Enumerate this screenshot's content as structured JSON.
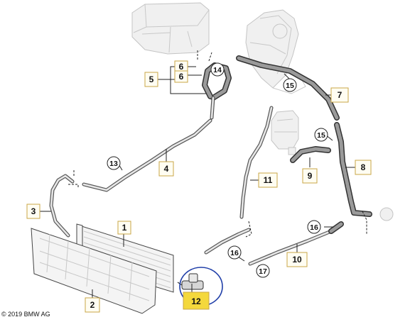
{
  "callouts": [
    {
      "id": "c1",
      "label": "1"
    },
    {
      "id": "c2",
      "label": "2"
    },
    {
      "id": "c3",
      "label": "3"
    },
    {
      "id": "c4",
      "label": "4"
    },
    {
      "id": "c5",
      "label": "5"
    },
    {
      "id": "c6a",
      "label": "6"
    },
    {
      "id": "c6b",
      "label": "6"
    },
    {
      "id": "c7",
      "label": "7"
    },
    {
      "id": "c8",
      "label": "8"
    },
    {
      "id": "c9",
      "label": "9"
    },
    {
      "id": "c10",
      "label": "10"
    },
    {
      "id": "c11",
      "label": "11"
    },
    {
      "id": "c12",
      "label": "12",
      "highlighted": true
    }
  ],
  "circled": [
    {
      "id": "k13",
      "label": "13"
    },
    {
      "id": "k14",
      "label": "14"
    },
    {
      "id": "k15a",
      "label": "15"
    },
    {
      "id": "k15b",
      "label": "15"
    },
    {
      "id": "k16a",
      "label": "16"
    },
    {
      "id": "k16b",
      "label": "16"
    },
    {
      "id": "k17",
      "label": "17"
    }
  ],
  "copyright": "© 2019 BMW AG",
  "colors": {
    "highlight_fill": "#f4d83c",
    "highlight_ring": "#1f3ea8"
  }
}
